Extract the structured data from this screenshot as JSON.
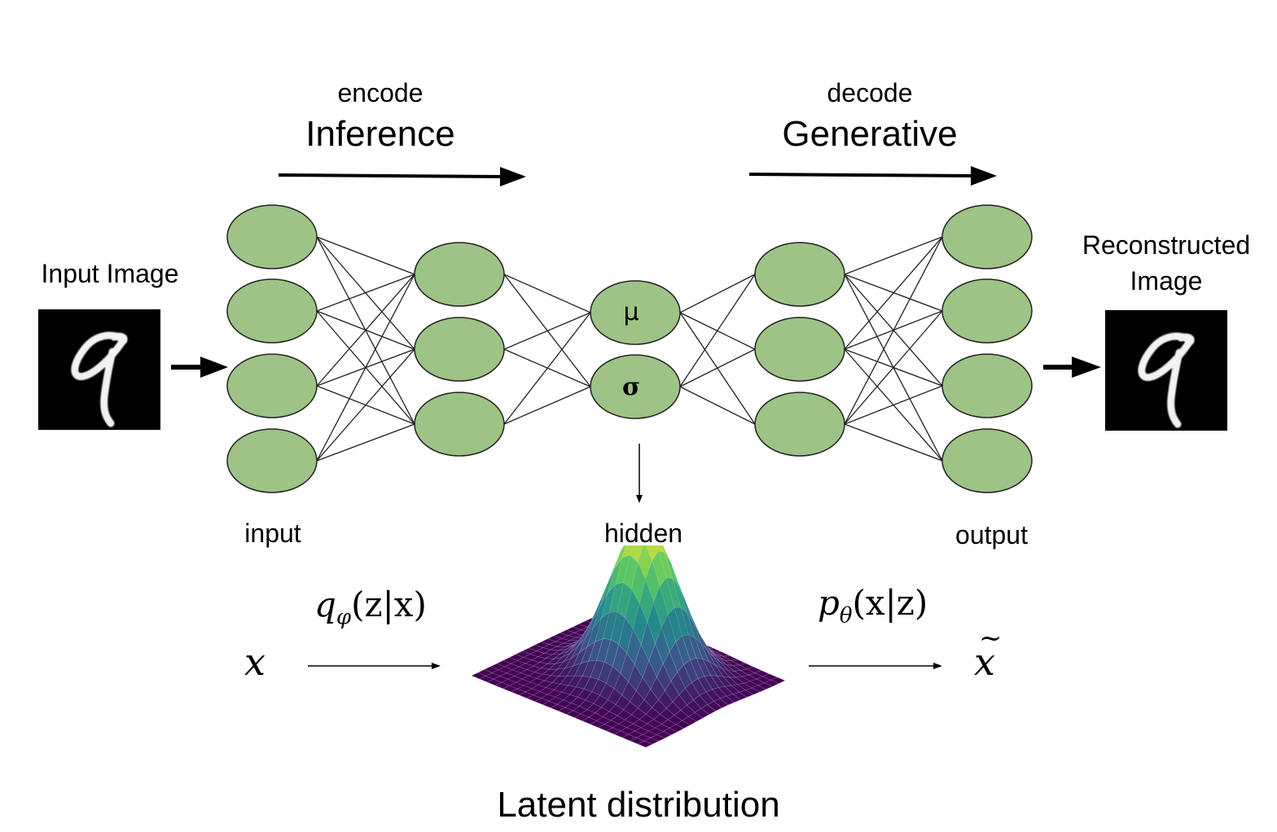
{
  "encoder": {
    "small_label": "encode",
    "big_label": "Inference"
  },
  "decoder": {
    "small_label": "decode",
    "big_label": "Generative"
  },
  "input_image": {
    "title": "Input Image",
    "digit": "9"
  },
  "output_image": {
    "title_line1": "Reconstructed",
    "title_line2": "Image",
    "digit": "9"
  },
  "layers": {
    "input": {
      "label": "input",
      "nodes": 4
    },
    "enc_hidden": {
      "nodes": 3
    },
    "latent": {
      "label": "hidden",
      "nodes": [
        "μ",
        "σ"
      ]
    },
    "dec_hidden": {
      "nodes": 3
    },
    "output": {
      "label": "output",
      "nodes": 4
    }
  },
  "math": {
    "x": "x",
    "encoder_dist": "q",
    "encoder_sub": "φ",
    "encoder_args": "(z|x)",
    "decoder_dist": "p",
    "decoder_sub": "θ",
    "decoder_args": "(x|z)",
    "x_tilde": "x"
  },
  "latent_caption": "Latent distribution",
  "colors": {
    "node_fill": "#9dc386",
    "node_stroke": "#222222",
    "edge": "#222222",
    "surface_low": "#440154",
    "surface_mid": "#21918c",
    "surface_high": "#fde725"
  }
}
